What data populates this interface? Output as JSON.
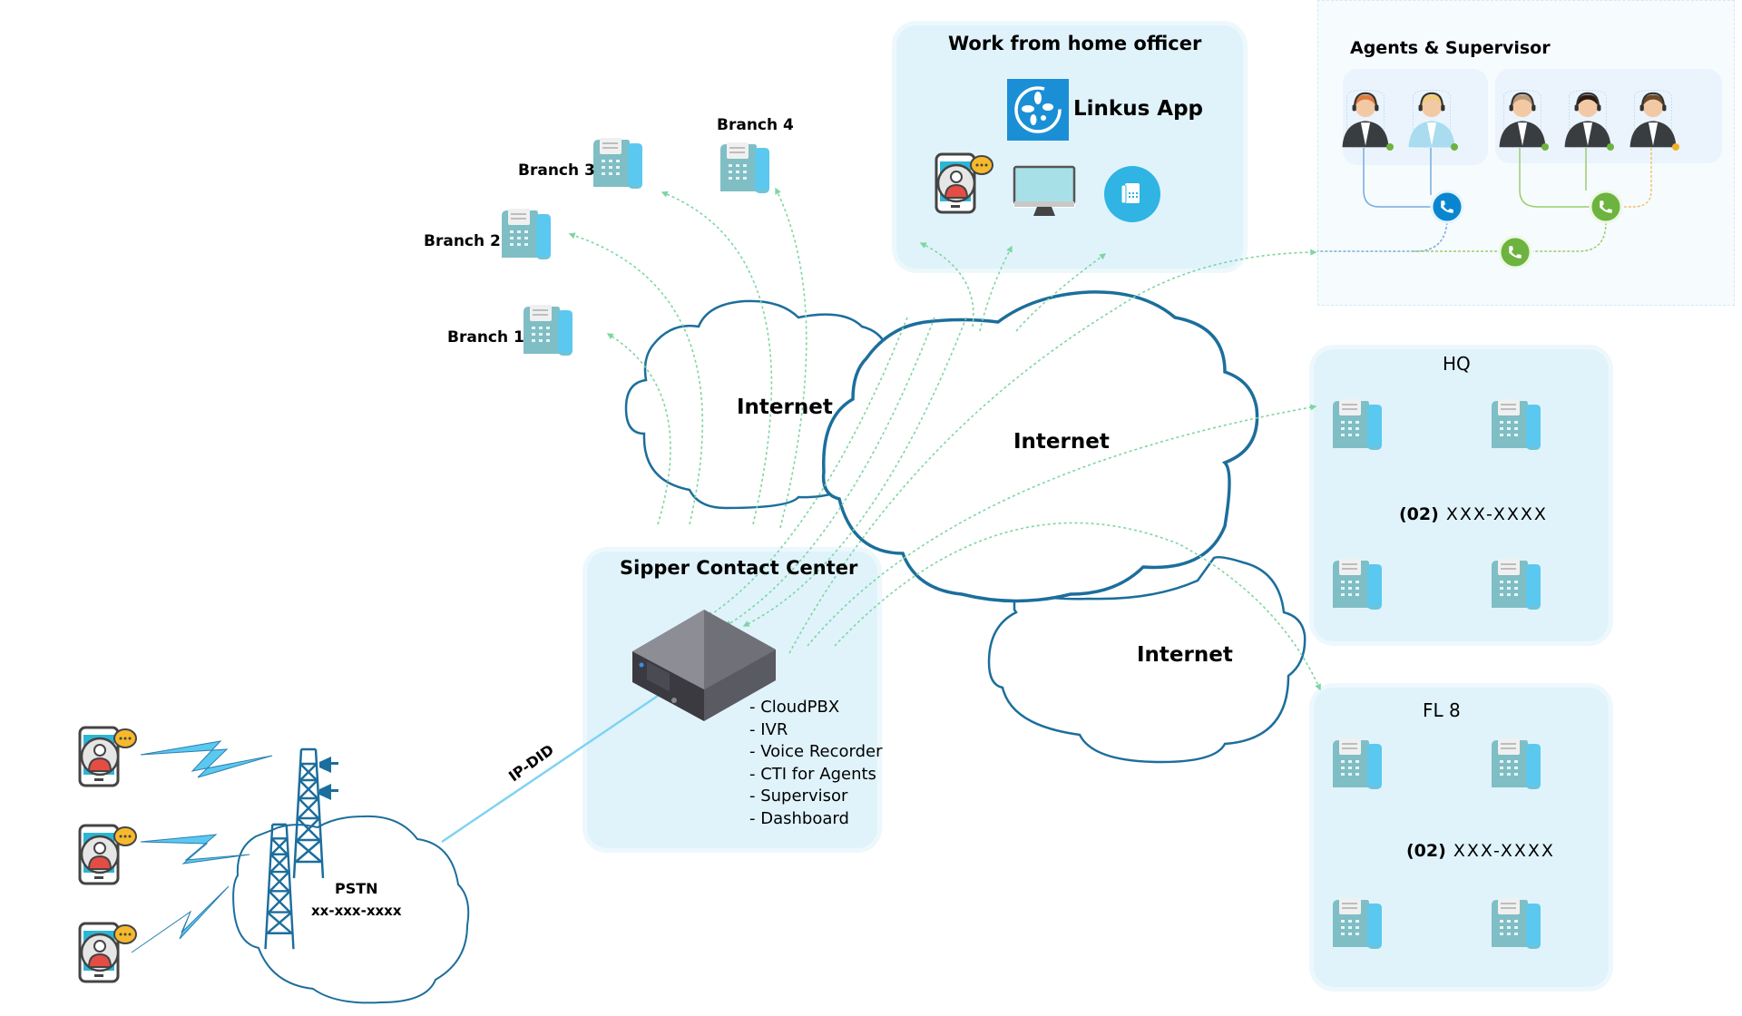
{
  "colors": {
    "panel_bg": "#e0f3fb",
    "cloud_stroke": "#1c6e9c",
    "arrow_green": "#7ed6a0",
    "fax_body": "#7fbec4",
    "fax_handset": "#5bc8f0",
    "ip_did_line": "#7fd3f2",
    "call_blue": "#0a86d0",
    "call_green": "#6db33f",
    "status_green": "#6db33f",
    "status_orange": "#f2b028"
  },
  "branches": [
    {
      "label": "Branch 1",
      "icon": "fax-phone-icon"
    },
    {
      "label": "Branch 2",
      "icon": "fax-phone-icon"
    },
    {
      "label": "Branch 3",
      "icon": "fax-phone-icon"
    },
    {
      "label": "Branch 4",
      "icon": "fax-phone-icon"
    }
  ],
  "clouds": [
    {
      "label": "Internet"
    },
    {
      "label": "Internet"
    },
    {
      "label": "Internet"
    },
    {
      "label": "PSTN",
      "number": "xx-xxx-xxxx"
    }
  ],
  "wfh": {
    "title": "Work from home officer",
    "app_label": "Linkus App",
    "devices": [
      "mobile-user-icon",
      "desktop-monitor-icon",
      "ip-phone-icon"
    ]
  },
  "agents": {
    "title": "Agents & Supervisor",
    "group1": [
      {
        "name": "agent-1",
        "status": "online"
      },
      {
        "name": "agent-2",
        "status": "online"
      }
    ],
    "group2": [
      {
        "name": "agent-3",
        "status": "online"
      },
      {
        "name": "agent-4",
        "status": "online"
      },
      {
        "name": "supervisor",
        "status": "away"
      }
    ]
  },
  "contact_center": {
    "title": "Sipper Contact Center",
    "services": [
      "- CloudPBX",
      "- IVR",
      "- Voice Recorder",
      "- CTI for Agents",
      "- Supervisor",
      "- Dashboard"
    ]
  },
  "link_label": "IP-DID",
  "hq": {
    "title": "HQ",
    "area_code": "(02)",
    "number": "XXX-XXXX"
  },
  "fl8": {
    "title": "FL 8",
    "area_code": "(02)",
    "number": "XXX-XXXX"
  },
  "callers": [
    "mobile-caller-1",
    "mobile-caller-2",
    "mobile-caller-3"
  ]
}
